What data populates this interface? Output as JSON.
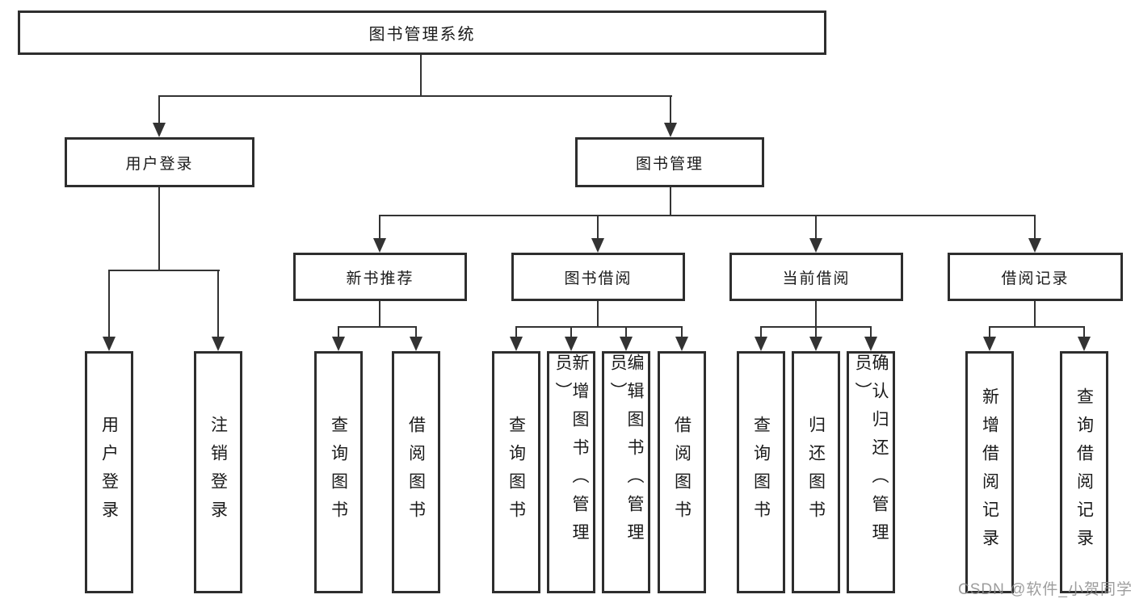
{
  "tree": {
    "root": "图书管理系统",
    "children": [
      {
        "label": "用户登录",
        "children": [
          "用户登录",
          "注销登录"
        ]
      },
      {
        "label": "图书管理",
        "children": [
          {
            "label": "新书推荐",
            "children": [
              "查询图书",
              "借阅图书"
            ]
          },
          {
            "label": "图书借阅",
            "children": [
              "查询图书",
              "新增图书（管理员）",
              "编辑图书（管理员）",
              "借阅图书"
            ]
          },
          {
            "label": "当前借阅",
            "children": [
              "查询图书",
              "归还图书",
              "确认归还（管理员）"
            ]
          },
          {
            "label": "借阅记录",
            "children": [
              "新增借阅记录",
              "查询借阅记录"
            ]
          }
        ]
      }
    ]
  },
  "watermark": {
    "text": "CSDN @软件_小贺同学"
  },
  "colors": {
    "line": "#333333",
    "box_border": "#2e2e2e",
    "text": "#1a1a1a",
    "watermark": "#8c8c8c",
    "background": "#ffffff"
  }
}
